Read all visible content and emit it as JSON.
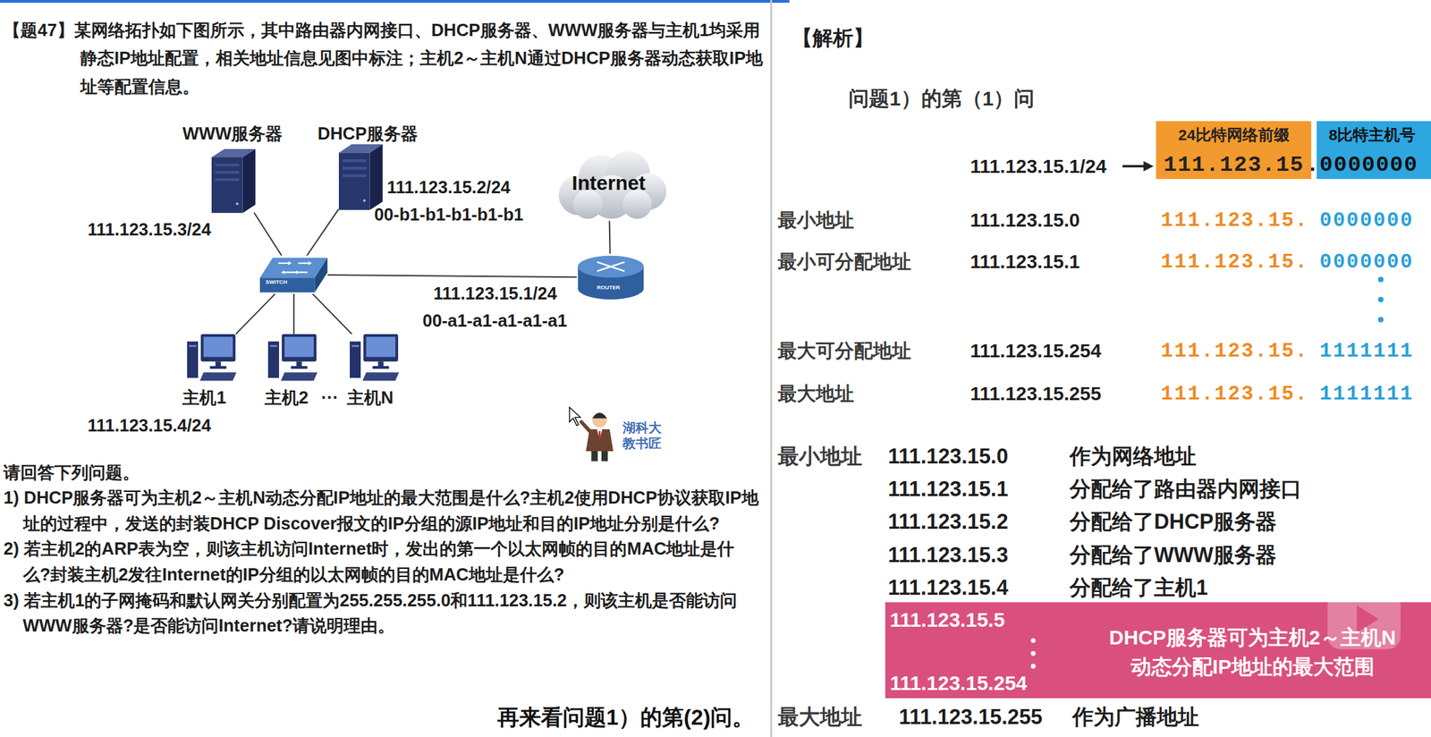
{
  "diagram": {
    "nodes": [
      {
        "text": [
          "WWW服务器",
          "111.123.15.3/24"
        ]
      },
      {
        "text": [
          "DHCP服务器",
          "111.123.15.2/24",
          "00-b1-b1-b1-b1-b1"
        ]
      },
      {
        "text": [
          "Internet"
        ]
      },
      {
        "text": [
          "SWITCH"
        ]
      },
      {
        "text": [
          "ROUTER",
          "111.123.15.1/24",
          "00-a1-a1-a1-a1-a1"
        ]
      },
      {
        "text": [
          "主机1",
          "111.123.15.4/24"
        ]
      },
      {
        "text": [
          "主机2"
        ]
      },
      {
        "text": [
          "主机N"
        ]
      },
      {
        "text": [
          "24比特网络前缀",
          "111.123.15"
        ]
      },
      {
        "text": [
          "8比特主机号",
          "0000000"
        ]
      },
      {
        "text": [
          "111.123.15.5",
          "111.123.15.254",
          "DHCP服务器可为主机2～主机N 动态分配IP地址的最大范围"
        ]
      }
    ],
    "edges": [
      {
        "from": 0,
        "to": 3,
        "arrow": "none"
      },
      {
        "from": 1,
        "to": 3,
        "arrow": "none"
      },
      {
        "from": 3,
        "to": 4,
        "arrow": "none"
      },
      {
        "from": 4,
        "to": 2,
        "arrow": "none"
      },
      {
        "from": 3,
        "to": 5,
        "arrow": "none"
      },
      {
        "from": 3,
        "to": 6,
        "arrow": "none"
      },
      {
        "from": 3,
        "to": 7,
        "arrow": "none"
      }
    ],
    "labels": [
      "【题47】某网络拓扑如下图所示，其中路由器内网接口、DHCP服务器、WWW服务器与主机1均采用静态IP地址配置，相关地址信息见图中标注；主机2～主机N通过DHCP服务器动态获取IP地址等配置信息。",
      "···",
      "湖科大 教书匠",
      "请回答下列问题。",
      "1) DHCP服务器可为主机2～主机N动态分配IP地址的最大范围是什么?主机2使用DHCP协议获取IP地址的过程中，发送的封装DHCP Discover报文的IP分组的源IP地址和目的IP地址分别是什么?",
      "2) 若主机2的ARP表为空，则该主机访问Internet时，发出的第一个以太网帧的目的MAC地址是什么?封装主机2发往Internet的IP分组的以太网帧的目的MAC地址是什么?",
      "3) 若主机1的子网掩码和默认网关分别配置为255.255.255.0和111.123.15.2，则该主机是否能访问WWW服务器?是否能访问Internet?请说明理由。",
      "【解析】",
      "问题1）的第（1）问",
      "111.123.15.1/24",
      ".",
      "最小地址",
      "111.123.15.0",
      "111.123.15.",
      "0000000",
      "最小可分配地址",
      "111.123.15.1",
      "111.123.15.",
      "0000000",
      "最大可分配地址",
      "111.123.15.254",
      "111.123.15.",
      "1111111",
      "最大地址",
      "111.123.15.255",
      "111.123.15.",
      "1111111",
      "最小地址",
      "111.123.15.0",
      "作为网络地址",
      "111.123.15.1",
      "分配给了路由器内网接口",
      "111.123.15.2",
      "分配给了DHCP服务器",
      "111.123.15.3",
      "分配给了WWW服务器",
      "111.123.15.4",
      "分配给了主机1",
      "最大地址",
      "111.123.15.255",
      "作为广播地址",
      "再来看问题1）的第(2)问。"
    ]
  }
}
